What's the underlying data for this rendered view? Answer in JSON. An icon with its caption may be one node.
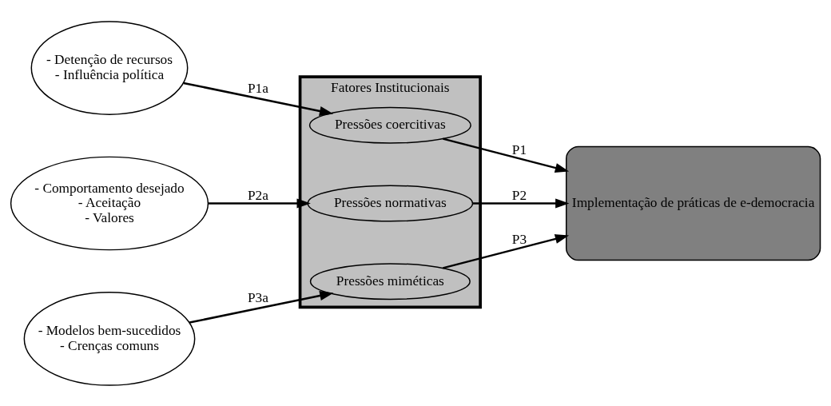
{
  "diagram": {
    "nodes": [
      {
        "text": [
          "- Detenção de recursos",
          "- Influência política"
        ]
      },
      {
        "text": [
          "- Comportamento desejado",
          "- Aceitação",
          "- Valores"
        ]
      },
      {
        "text": [
          "- Modelos bem-sucedidos",
          "- Crenças comuns"
        ]
      },
      {
        "text": [
          "Fatores Institucionais"
        ]
      },
      {
        "text": [
          "Pressões coercitivas"
        ],
        "in": 3
      },
      {
        "text": [
          "Pressões normativas"
        ],
        "in": 3
      },
      {
        "text": [
          "Pressões miméticas"
        ],
        "in": 3
      },
      {
        "text": [
          "Implementação de práticas de e-democracia"
        ]
      }
    ],
    "edges": [
      {
        "from": 0,
        "to": 4,
        "arrow": "to",
        "label": "P1a"
      },
      {
        "from": 1,
        "to": 5,
        "arrow": "to",
        "label": "P2a"
      },
      {
        "from": 2,
        "to": 6,
        "arrow": "to",
        "label": "P3a"
      },
      {
        "from": 4,
        "to": 7,
        "arrow": "to",
        "label": "P1"
      },
      {
        "from": 5,
        "to": 7,
        "arrow": "to",
        "label": "P2"
      },
      {
        "from": 6,
        "to": 7,
        "arrow": "to",
        "label": "P3"
      }
    ]
  }
}
